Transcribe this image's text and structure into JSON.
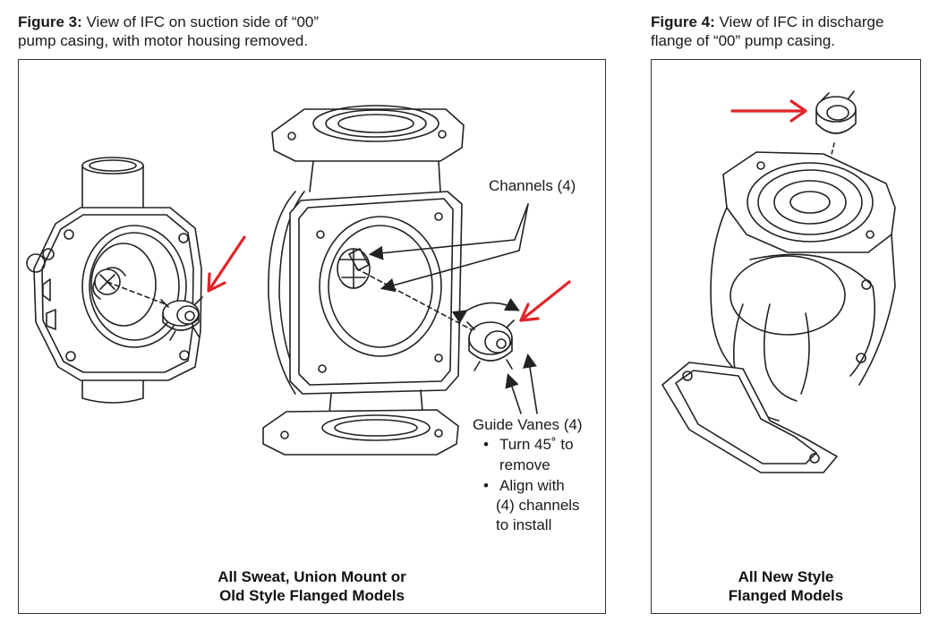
{
  "figure3": {
    "caption_bold": "Figure 3:",
    "caption_line1": " View of IFC on suction side of “00”",
    "caption_line2": "pump casing, with motor housing removed.",
    "footer_line1": "All Sweat, Union Mount or",
    "footer_line2": "Old Style Flanged Models",
    "label_channels": "Channels (4)",
    "label_guide_vanes": "Guide Vanes (4)",
    "bullet1_line1": "Turn 45˚ to",
    "bullet1_line2": "remove",
    "bullet2_line1": "Align with",
    "bullet2_line2": "(4) channels",
    "bullet2_line3": "to install",
    "bullet_char": "•"
  },
  "figure4": {
    "caption_bold": "Figure 4:",
    "caption_line1": " View of IFC in discharge",
    "caption_line2": "flange of “00” pump casing.",
    "footer_line1": "All New Style",
    "footer_line2": "Flanged Models"
  },
  "colors": {
    "arrow_red": "#e0252a",
    "line": "#222222"
  }
}
